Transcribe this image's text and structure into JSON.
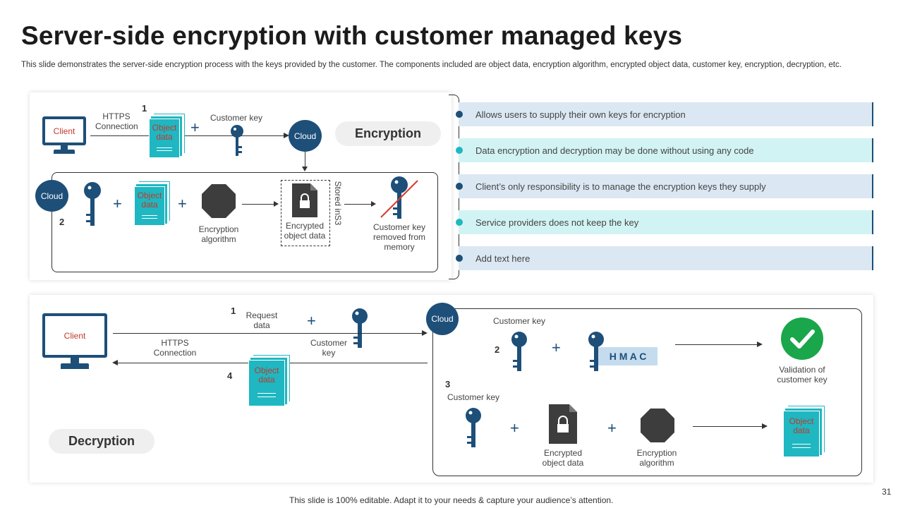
{
  "title": "Server-side encryption with customer managed keys",
  "subtitle": "This slide demonstrates the server-side encryption process with the keys provided by the customer. The components included are object data, encryption algorithm, encrypted object data, customer key, encryption, decryption, etc.",
  "encryption": {
    "pill_label": "Encryption",
    "client": "Client",
    "https": "HTTPS\nConnection",
    "step1": "1",
    "object_data": "Object\ndata",
    "customer_key": "Customer key",
    "cloud": "Cloud",
    "step2": "2",
    "encryption_algorithm": "Encryption\nalgorithm",
    "encrypted_object_data": "Encrypted\nobject data",
    "stored_in_s3": "Stored inS3",
    "key_removed": "Customer key\nremoved from\nmemory"
  },
  "bullets": [
    {
      "text": "Allows users to supply their own keys for encryption",
      "style": "blue"
    },
    {
      "text": "Data encryption and decryption may be done without using any code",
      "style": "teal"
    },
    {
      "text": "Client’s only responsibility is to manage the encryption keys they supply",
      "style": "blue"
    },
    {
      "text": "Service providers does not keep the key",
      "style": "teal"
    },
    {
      "text": "Add text here",
      "style": "blue"
    }
  ],
  "decryption": {
    "pill_label": "Decryption",
    "client": "Client",
    "step1": "1",
    "request_data": "Request\ndata",
    "https": "HTTPS\nConnection",
    "customer_key_left": "Customer\nkey",
    "step4": "4",
    "object_data": "Object\ndata",
    "cloud": "Cloud",
    "customer_key": "Customer key",
    "step2": "2",
    "hmac": "H M A C",
    "validation": "Validation of\ncustomer key",
    "step3": "3",
    "customer_key_3": "Customer key",
    "encrypted_object_data": "Encrypted\nobject data",
    "encryption_algorithm": "Encryption\nalgorithm",
    "object_data_out": "Object\ndata"
  },
  "footer": "This slide is 100% editable. Adapt it to your needs & capture your audience’s attention.",
  "page_number": "31",
  "colors": {
    "navy": "#1d4f79",
    "teal": "#1fb7c1",
    "red_text": "#c0392b",
    "green": "#1aa64a"
  }
}
